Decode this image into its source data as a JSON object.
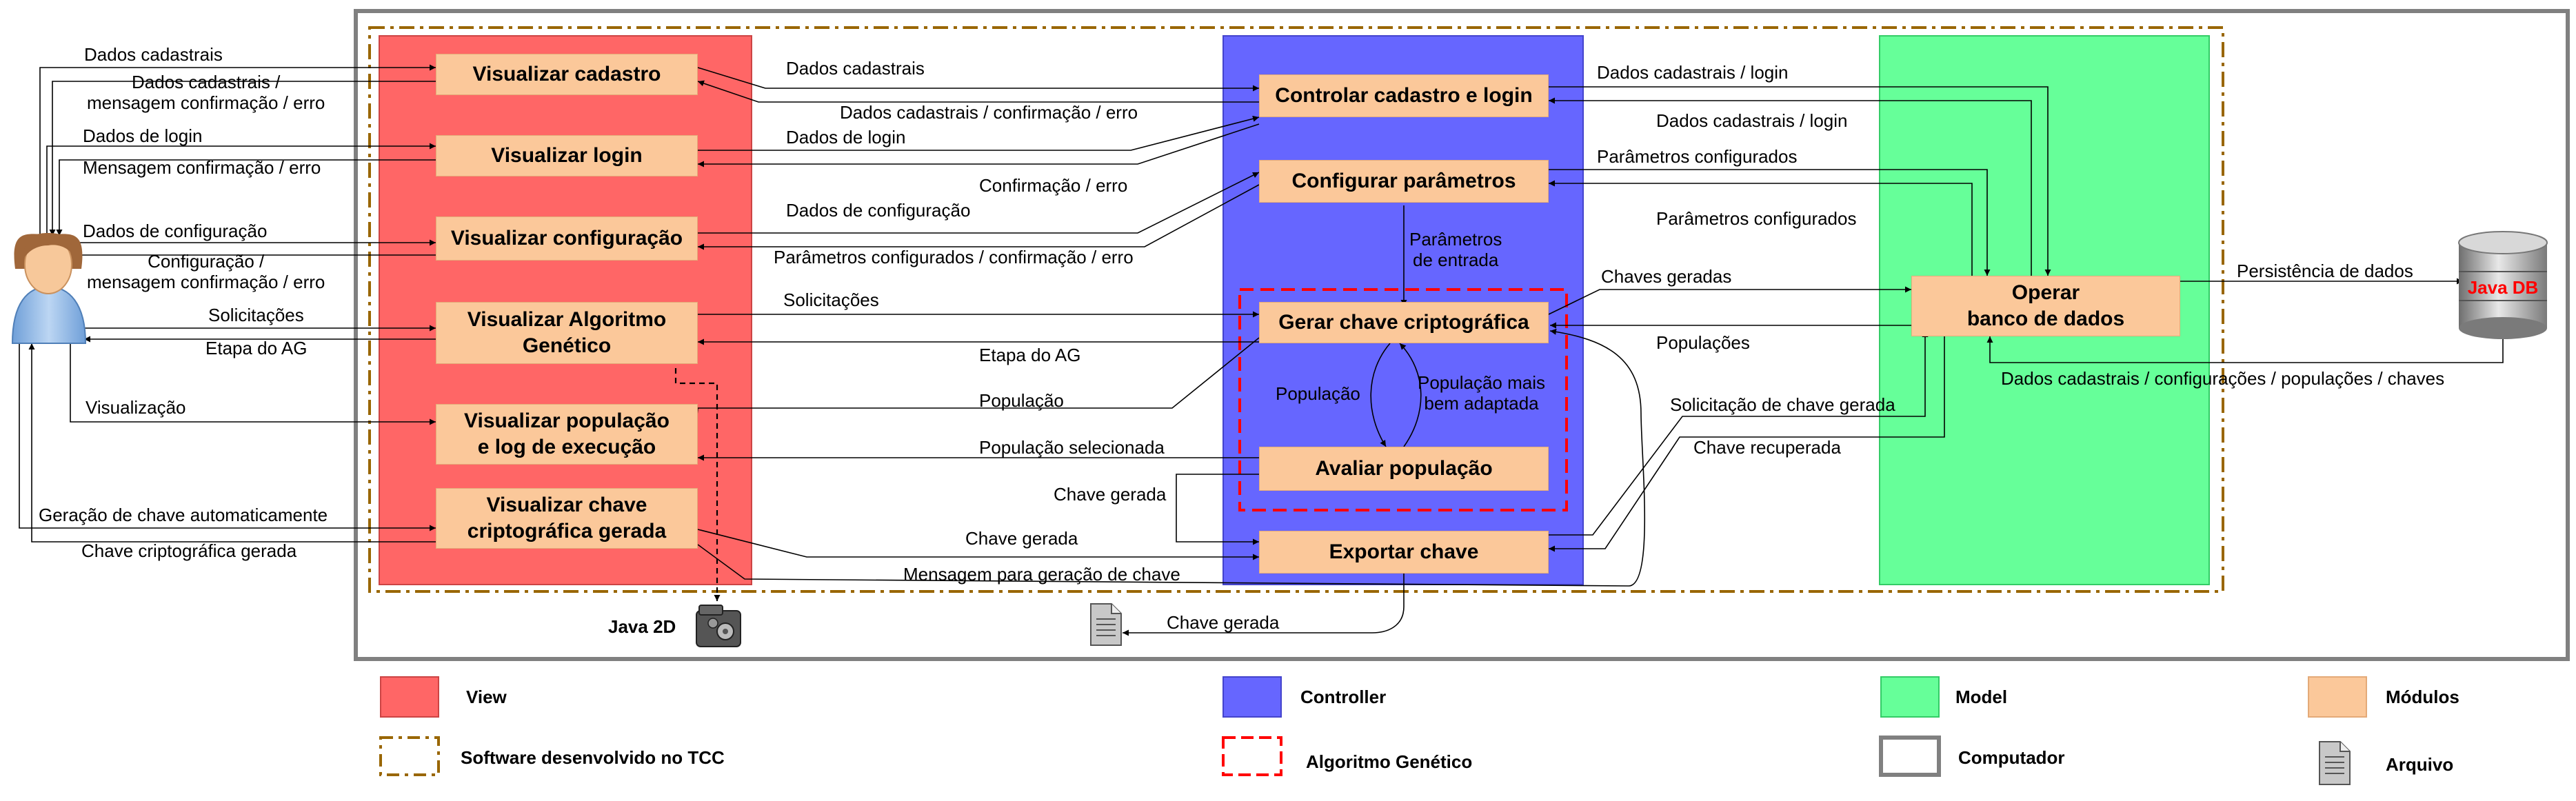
{
  "modules": {
    "visualizar_cadastro": "Visualizar cadastro",
    "visualizar_login": "Visualizar login",
    "visualizar_configuracao": "Visualizar configuração",
    "visualizar_algoritmo": "Visualizar Algoritmo\nGenético",
    "visualizar_populacao": "Visualizar população\ne log de execução",
    "visualizar_chave": "Visualizar chave\ncriptográfica gerada",
    "controlar_cadastro": "Controlar cadastro e login",
    "configurar_parametros": "Configurar parâmetros",
    "gerar_chave": "Gerar chave criptográfica",
    "avaliar_populacao": "Avaliar população",
    "exportar_chave": "Exportar chave",
    "operar_banco": "Operar\nbanco de dados"
  },
  "labels": {
    "l1": "Dados cadastrais",
    "l2": "Dados cadastrais /\nmensagem confirmação / erro",
    "l3": "Dados de login",
    "l4": "Mensagem confirmação / erro",
    "l5": "Dados de configuração",
    "l6": "Configuração /\nmensagem confirmação / erro",
    "l7": "Solicitações",
    "l8": "Etapa do AG",
    "l9": "Visualização",
    "l10": "Geração de chave automaticamente",
    "l11": "Chave criptográfica gerada",
    "l12": "Dados cadastrais",
    "l13": "Dados cadastrais / confirmação / erro",
    "l14": "Dados de login",
    "l15": "Confirmação / erro",
    "l16": "Dados de configuração",
    "l17": "Parâmetros configurados / confirmação / erro",
    "l18": "Solicitações",
    "l19": "Etapa do AG",
    "l20": "População",
    "l21": "População selecionada",
    "l22": "Chave gerada",
    "l23": "Chave gerada",
    "l24": "Mensagem para geração de chave",
    "l25": "Parâmetros\nde entrada",
    "l26": "População",
    "l27": "População mais\nbem adaptada",
    "l28": "Chave gerada",
    "l29": "Dados cadastrais / login",
    "l30": "Dados cadastrais / login",
    "l31": "Parâmetros configurados",
    "l32": "Parâmetros configurados",
    "l33": "Chaves geradas",
    "l34": "Populações",
    "l35": "Solicitação de chave gerada",
    "l36": "Chave recuperada",
    "l37": "Persistência de dados",
    "l38": "Dados cadastrais / configurações / populações / chaves"
  },
  "externals": {
    "java2d": "Java 2D",
    "javadb": "Java DB"
  },
  "legend": {
    "view": "View",
    "controller": "Controller",
    "model": "Model",
    "modulos": "Módulos",
    "software": "Software desenvolvido no TCC",
    "ag": "Algoritmo Genético",
    "computador": "Computador",
    "arquivo": "Arquivo"
  },
  "colors": {
    "view": "#ff6666",
    "controller": "#6666ff",
    "model": "#66ff99",
    "modulo": "#fbc89a",
    "software_border": "#996600",
    "ag_border": "#ff0000",
    "computador_border": "#808080",
    "javadb_text": "#ff0000"
  }
}
